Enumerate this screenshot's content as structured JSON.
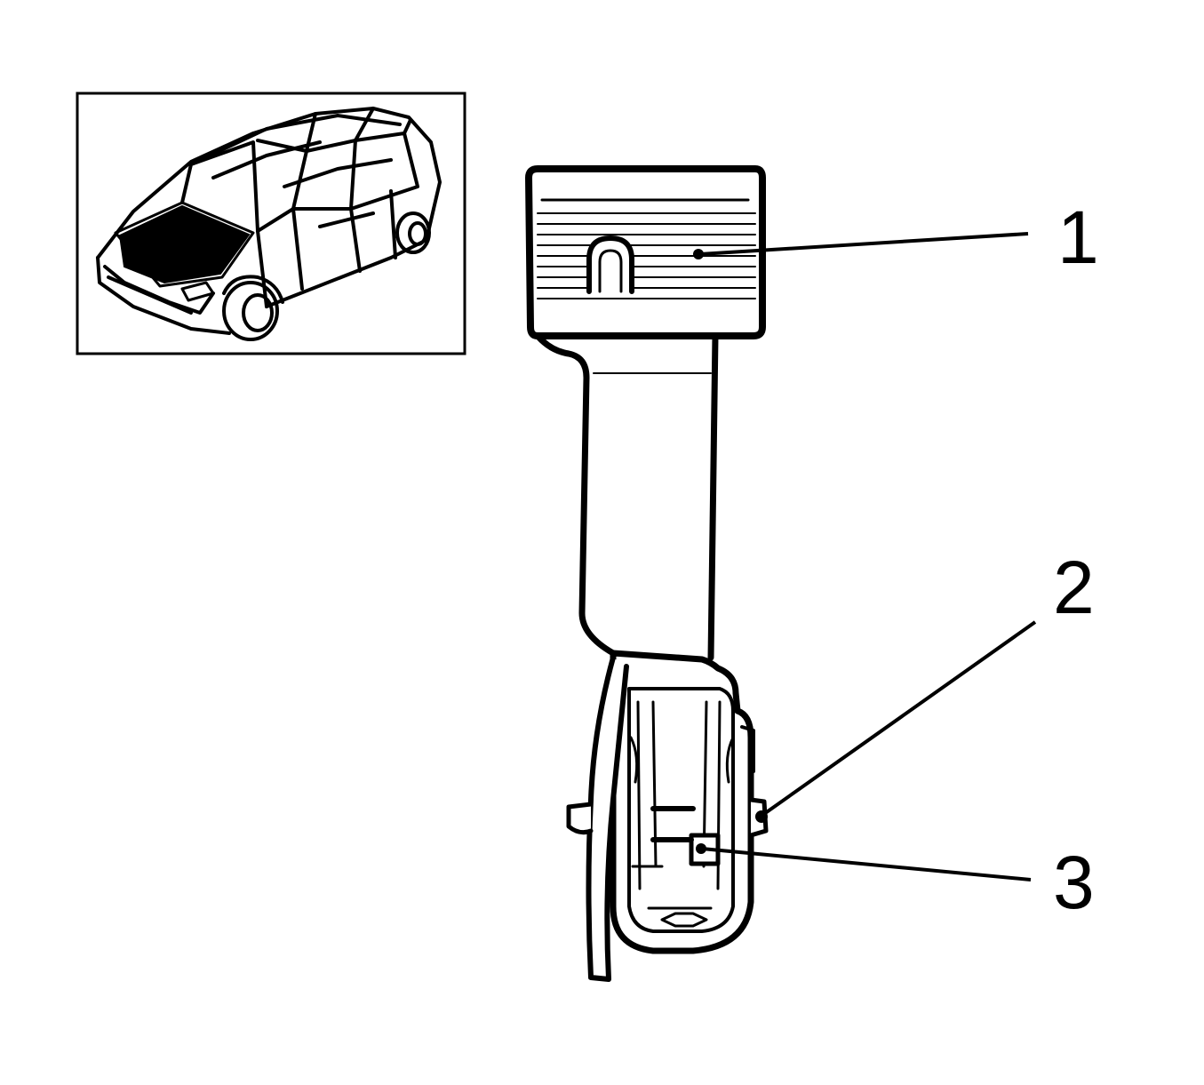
{
  "diagram": {
    "inset": {
      "icon": "car-body-outline-icon",
      "highlighted_region": "engine-compartment"
    },
    "part": {
      "icon": "air-intake-duct-icon"
    },
    "callouts": [
      {
        "id": "1",
        "label": "1"
      },
      {
        "id": "2",
        "label": "2"
      },
      {
        "id": "3",
        "label": "3"
      }
    ],
    "colors": {
      "ink": "#000000",
      "background": "#ffffff"
    }
  }
}
